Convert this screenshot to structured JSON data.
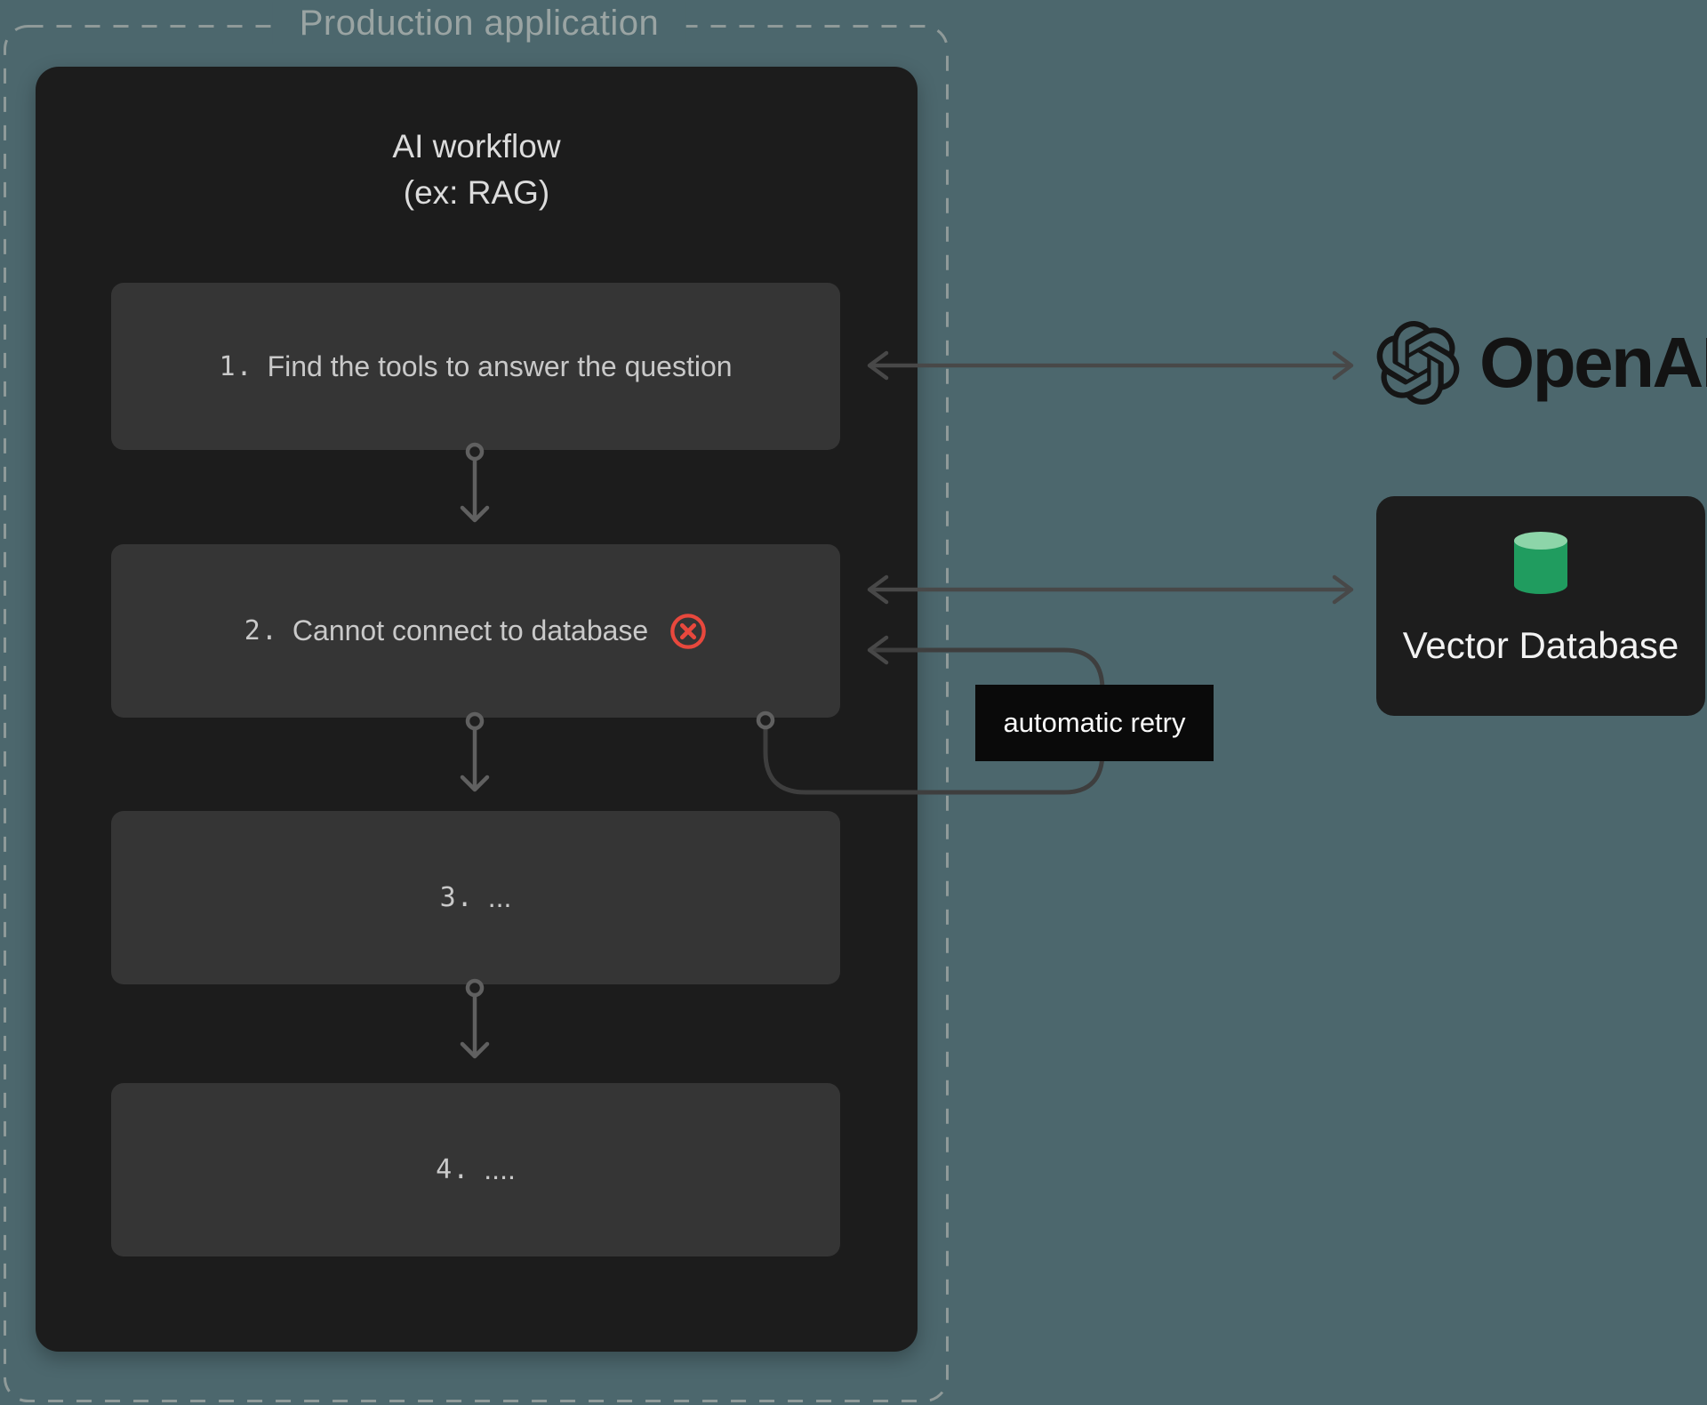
{
  "diagram": {
    "production": {
      "label": "Production application"
    },
    "workflow": {
      "title_line1": "AI workflow",
      "title_line2": "(ex: RAG)",
      "steps": [
        {
          "num": "1.",
          "label": "Find the tools to answer the question",
          "status": "ok"
        },
        {
          "num": "2.",
          "label": "Cannot connect to database",
          "status": "error"
        },
        {
          "num": "3.",
          "label": "...",
          "status": "ok"
        },
        {
          "num": "4.",
          "label": "....",
          "status": "ok"
        }
      ]
    },
    "retry": {
      "label": "automatic retry"
    },
    "openai": {
      "wordmark": "OpenAI"
    },
    "vector_db": {
      "label": "Vector Database"
    },
    "icons": {
      "error": "error-x-icon",
      "openai": "openai-logo-icon",
      "database": "database-cylinder-icon"
    },
    "colors": {
      "background": "#4c676d",
      "panel": "#1c1c1c",
      "step_box": "#353535",
      "error_red": "#e8483d",
      "retry_bg": "#0a0a0a",
      "db_green_top": "#8dd5a9",
      "db_green_body": "#209c5f",
      "dashed_border": "#8f9a99"
    }
  }
}
